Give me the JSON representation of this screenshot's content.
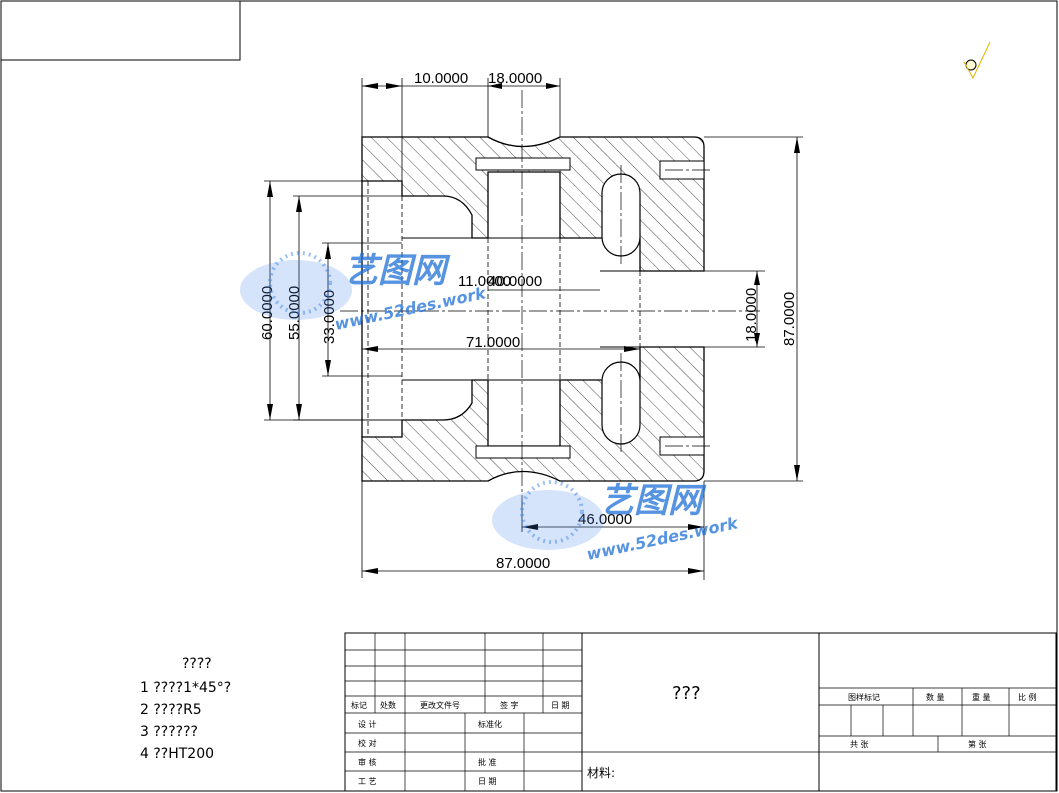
{
  "drawing": {
    "dimensions": {
      "top_a": "10.0000",
      "top_b": "18.0000",
      "inner_a": "11.0000",
      "inner_b": "40.0000",
      "shaft": "71.0000",
      "d60": "60.0000",
      "d55": "55.0000",
      "d33": "33.0000",
      "d18": "18.0000",
      "height87": "87.0000",
      "bottom46": "46.0000",
      "width87": "87.0000"
    }
  },
  "notes": {
    "heading": "????",
    "items": [
      "1 ????1*45°?",
      "2 ????R5",
      "3 ??????",
      "4 ??HT200"
    ]
  },
  "title_block": {
    "part_name": "???",
    "material_label": "材料:",
    "rev_headers": [
      "标记",
      "处数",
      "更改文件号",
      "签 字",
      "日 期"
    ],
    "design": "设 计",
    "standard": "标准化",
    "proofread": "校 对",
    "review": "审 核",
    "approve": "批 准",
    "process": "工 艺",
    "date": "日 期",
    "stage_mark": "图样标记",
    "quantity": "数 量",
    "weight": "重 量",
    "scale": "比 例",
    "total_sheets": "共   张",
    "sheet_no": "第   张"
  },
  "watermark": {
    "brand": "艺图网",
    "url": "www.52des.work"
  }
}
